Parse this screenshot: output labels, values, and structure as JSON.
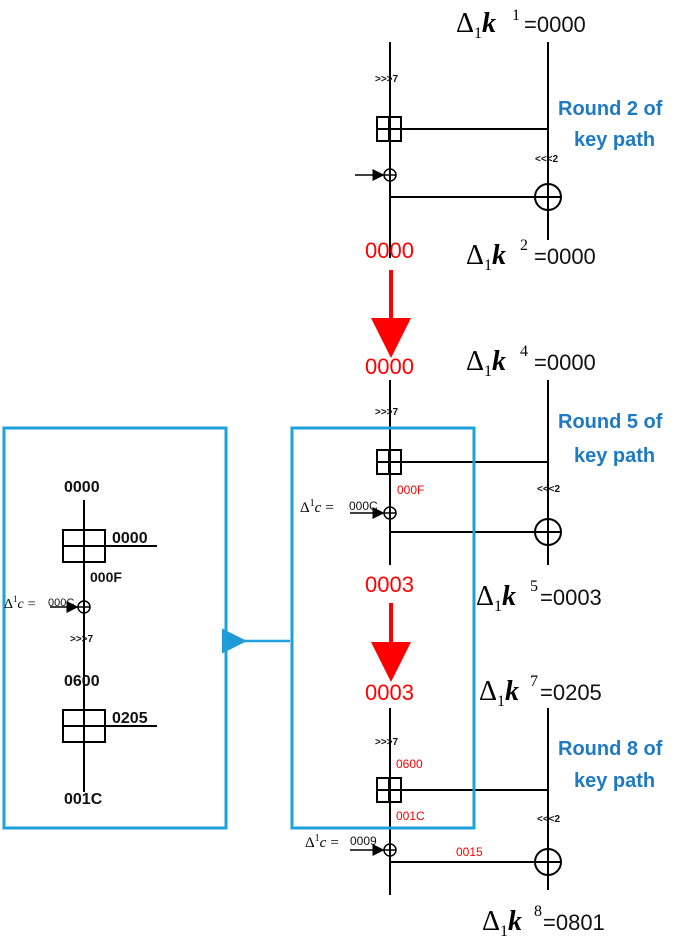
{
  "paths": {
    "round2": {
      "label_line1": "Round 2 of",
      "label_line2": "key path",
      "k_in": "=0000",
      "k_out": "=0000",
      "k_in_sup": "1",
      "k_out_sup": "2",
      "rot_right": ">>>7",
      "rot_left": "<<<2"
    },
    "round5": {
      "label_line1": "Round 5 of",
      "label_line2": "key path",
      "k_in": "=0000",
      "k_out": "=0003",
      "k_in_sup": "4",
      "k_out_sup": "5",
      "rot_right": ">>>7",
      "rot_left": "<<<2",
      "box_out": "000F",
      "c_val": "000C"
    },
    "round8": {
      "label_line1": "Round 8 of",
      "label_line2": "key path",
      "k_in": "=0205",
      "k_out": "=0801",
      "k_in_sup": "7",
      "k_out_sup": "8",
      "rot_right": ">>>7",
      "rot_left": "<<<2",
      "box_in": "0600",
      "box_out": "001C",
      "c_val": "0009",
      "xor_val": "0015"
    },
    "diffs": {
      "after_r2": "0000",
      "before_r5": "0000",
      "after_r5": "0003",
      "before_r8": "0003"
    }
  },
  "detail": {
    "top": "0000",
    "k_in": "0000",
    "box_out": "000F",
    "c_val": "000C",
    "rot": ">>>7",
    "mid": "0600",
    "k_in2": "0205",
    "bottom": "001C"
  },
  "notation": {
    "delta": "Δ",
    "k": "k",
    "sub": "1",
    "c": "c",
    "c_sup": "1",
    "eq": "="
  },
  "colors": {
    "red": "#ff0000",
    "blue": "#1f7ac4",
    "black": "#111111"
  }
}
